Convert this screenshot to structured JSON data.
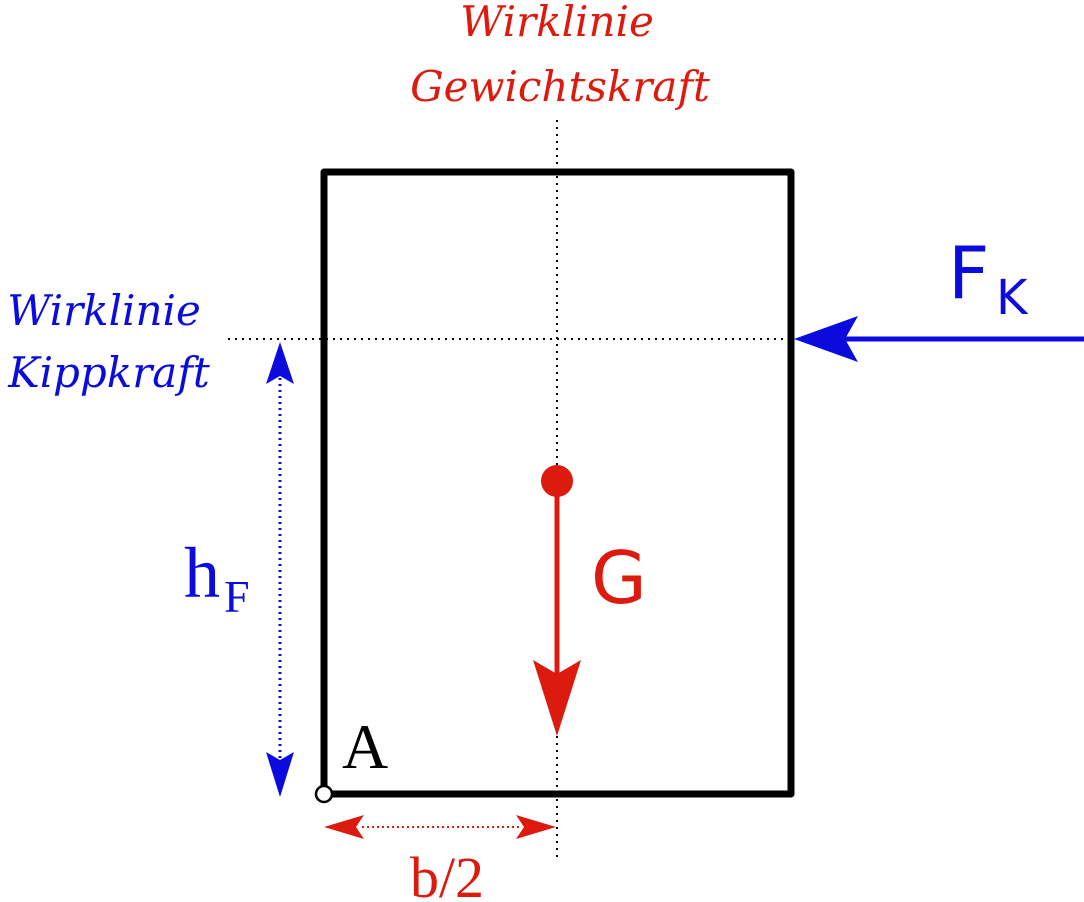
{
  "colors": {
    "weight": "#dd1a0e",
    "tipping": "#0b0bdd",
    "body": "#000000",
    "guide": "#000000"
  },
  "labels": {
    "weight_line_1": "Wirklinie",
    "weight_line_2": "Gewichtskraft",
    "tipping_line_1": "Wirklinie",
    "tipping_line_2": "Kippkraft",
    "force_k_main": "F",
    "force_k_sub": "K",
    "weight_force": "G",
    "height_main": "h",
    "height_sub": "F",
    "pivot_point": "A",
    "half_width": "b/2"
  }
}
